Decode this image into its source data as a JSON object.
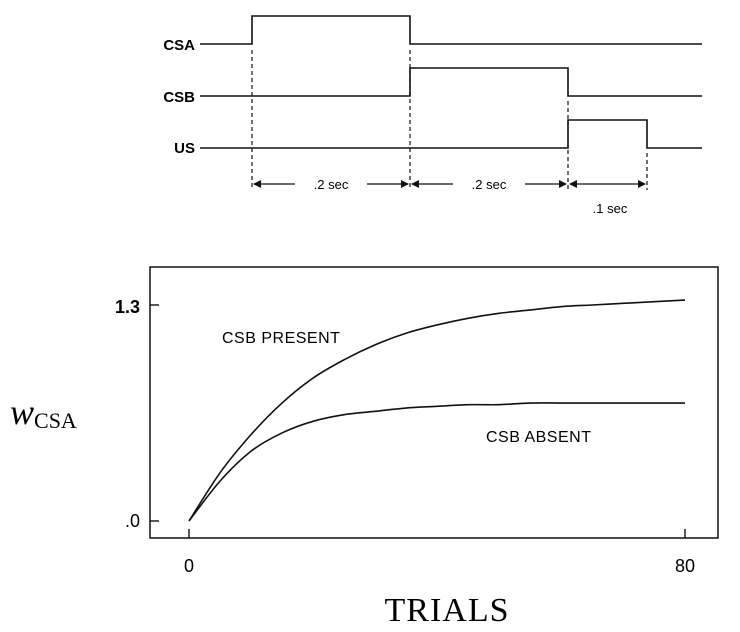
{
  "timing_diagram": {
    "signals": [
      {
        "name": "CSA",
        "onset": 0.0,
        "offset": 0.2
      },
      {
        "name": "CSB",
        "onset": 0.2,
        "offset": 0.4
      },
      {
        "name": "US",
        "onset": 0.4,
        "offset": 0.5
      }
    ],
    "durations": [
      {
        "label": ".2 sec",
        "from": 0.0,
        "to": 0.2
      },
      {
        "label": ".2 sec",
        "from": 0.2,
        "to": 0.4
      },
      {
        "label": ".1 sec",
        "from": 0.4,
        "to": 0.5
      }
    ]
  },
  "chart_data": {
    "type": "line",
    "title": "",
    "xlabel": "TRIALS",
    "ylabel": "w",
    "ylabel_subscript": "CSA",
    "xlim": [
      0,
      80
    ],
    "ylim": [
      0,
      1.3
    ],
    "xticks": [
      {
        "value": 0,
        "label": "0"
      },
      {
        "value": 80,
        "label": "80"
      }
    ],
    "yticks": [
      {
        "value": 0,
        "label": ".0"
      },
      {
        "value": 1.3,
        "label": "1.3"
      }
    ],
    "grid": false,
    "legend": "none",
    "series": [
      {
        "name": "CSB PRESENT",
        "x": [
          0,
          5,
          10,
          15,
          20,
          25,
          30,
          35,
          40,
          45,
          50,
          55,
          60,
          65,
          70,
          75,
          80
        ],
        "y": [
          0.0,
          0.29,
          0.52,
          0.71,
          0.86,
          0.97,
          1.06,
          1.13,
          1.18,
          1.22,
          1.25,
          1.27,
          1.29,
          1.3,
          1.31,
          1.32,
          1.33
        ]
      },
      {
        "name": "CSB ABSENT",
        "x": [
          0,
          5,
          10,
          15,
          20,
          25,
          30,
          35,
          40,
          45,
          50,
          55,
          60,
          65,
          70,
          75,
          80
        ],
        "y": [
          0.0,
          0.24,
          0.42,
          0.53,
          0.6,
          0.64,
          0.66,
          0.68,
          0.69,
          0.7,
          0.7,
          0.71,
          0.71,
          0.71,
          0.71,
          0.71,
          0.71
        ]
      }
    ]
  }
}
